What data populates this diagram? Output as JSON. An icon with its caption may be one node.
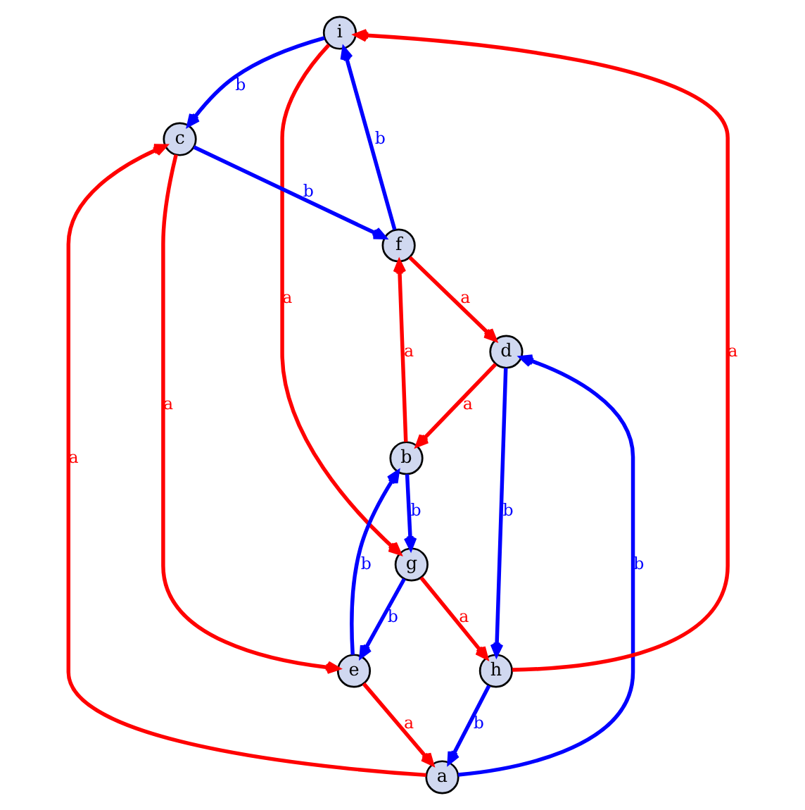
{
  "diagram": {
    "nodes": [
      {
        "text": [
          "i"
        ]
      },
      {
        "text": [
          "f"
        ]
      },
      {
        "text": [
          "c"
        ]
      },
      {
        "text": [
          "g"
        ]
      },
      {
        "text": [
          "b"
        ]
      },
      {
        "text": [
          "e"
        ]
      },
      {
        "text": [
          "a"
        ]
      },
      {
        "text": [
          "d"
        ]
      },
      {
        "text": [
          "h"
        ]
      }
    ],
    "edges": [
      {
        "from": 0,
        "to": 3,
        "arrow": "to",
        "label": "a",
        "color": "#ff0000"
      },
      {
        "from": 4,
        "to": 1,
        "arrow": "to",
        "label": "a",
        "color": "#ff0000"
      },
      {
        "from": 2,
        "to": 5,
        "arrow": "to",
        "label": "a",
        "color": "#ff0000"
      },
      {
        "from": 5,
        "to": 6,
        "arrow": "to",
        "label": "a",
        "color": "#ff0000"
      },
      {
        "from": 6,
        "to": 2,
        "arrow": "to",
        "label": "a",
        "color": "#ff0000"
      },
      {
        "from": 1,
        "to": 7,
        "arrow": "to",
        "label": "a",
        "color": "#ff0000"
      },
      {
        "from": 7,
        "to": 4,
        "arrow": "to",
        "label": "a",
        "color": "#ff0000"
      },
      {
        "from": 3,
        "to": 8,
        "arrow": "to",
        "label": "a",
        "color": "#ff0000"
      },
      {
        "from": 8,
        "to": 0,
        "arrow": "to",
        "label": "a",
        "color": "#ff0000"
      },
      {
        "from": 0,
        "to": 2,
        "arrow": "to",
        "label": "b",
        "color": "#0000ff"
      },
      {
        "from": 2,
        "to": 1,
        "arrow": "to",
        "label": "b",
        "color": "#0000ff"
      },
      {
        "from": 1,
        "to": 0,
        "arrow": "to",
        "label": "b",
        "color": "#0000ff"
      },
      {
        "from": 5,
        "to": 4,
        "arrow": "to",
        "label": "b",
        "color": "#0000ff"
      },
      {
        "from": 4,
        "to": 3,
        "arrow": "to",
        "label": "b",
        "color": "#0000ff"
      },
      {
        "from": 3,
        "to": 5,
        "arrow": "to",
        "label": "b",
        "color": "#0000ff"
      },
      {
        "from": 6,
        "to": 7,
        "arrow": "to",
        "label": "b",
        "color": "#0000ff"
      },
      {
        "from": 7,
        "to": 8,
        "arrow": "to",
        "label": "b",
        "color": "#0000ff"
      },
      {
        "from": 8,
        "to": 6,
        "arrow": "to",
        "label": "b",
        "color": "#0000ff"
      }
    ]
  }
}
